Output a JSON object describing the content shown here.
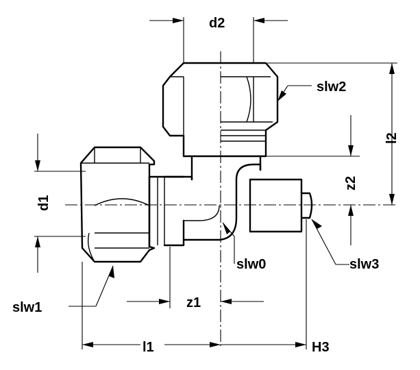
{
  "labels": {
    "d1": "d1",
    "d2": "d2",
    "l1": "l1",
    "l2": "l2",
    "z1": "z1",
    "z2": "z2",
    "h3": "H3",
    "slw0": "slw0",
    "slw1": "slw1",
    "slw2": "slw2",
    "slw3": "slw3"
  }
}
